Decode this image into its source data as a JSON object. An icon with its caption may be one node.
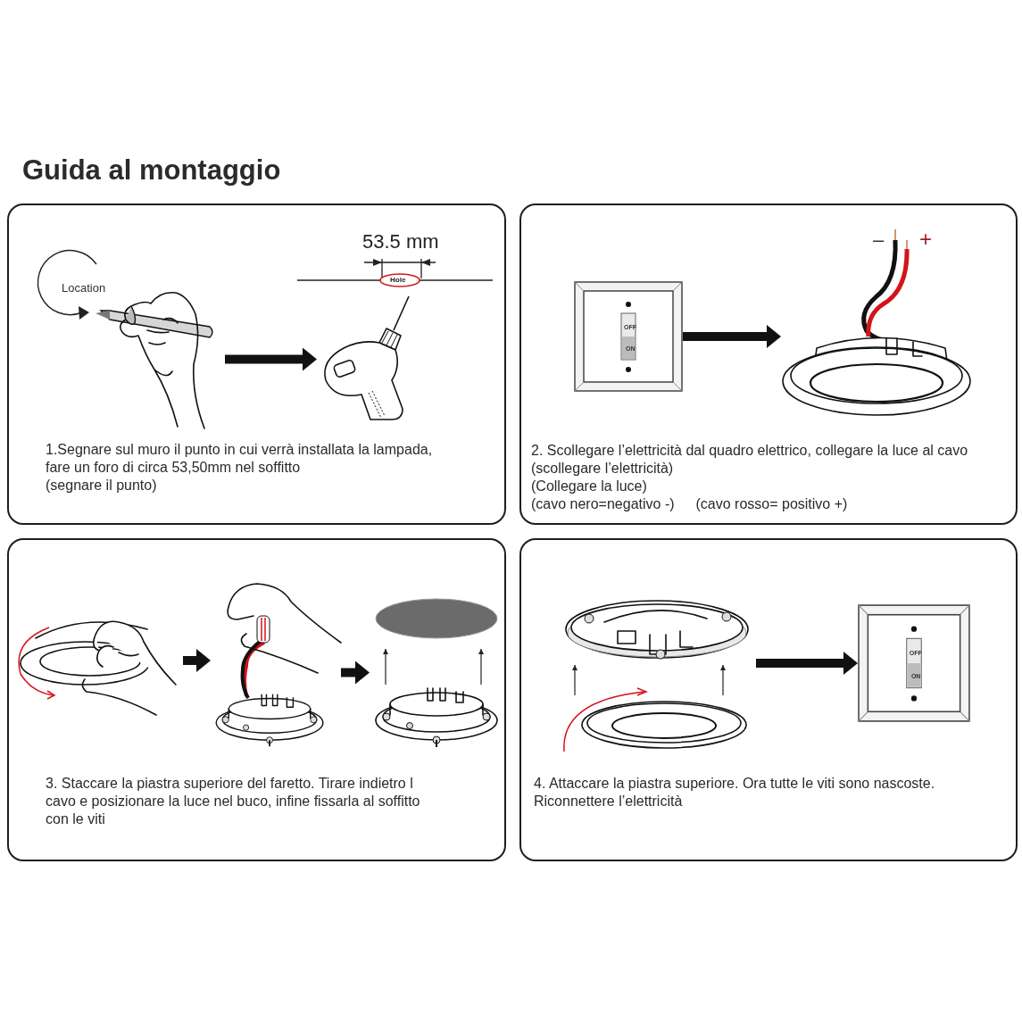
{
  "diagram": {
    "title": "Guida al montaggio",
    "nodes": [
      {
        "text": [
          "1.Segnare sul muro il punto in cui verrà installata la lampada, fare un foro di circa 53,50mm nel soffitto",
          "(segnare il punto)"
        ]
      },
      {
        "text": [],
        "shape": "picture",
        "in": 0
      },
      {
        "text": [],
        "shape": "picture",
        "in": 0
      },
      {
        "text": [
          "2. Scollegare l’elettricità dal quadro elettrico, collegare la luce al cavo",
          "(scollegare l’elettricità)",
          "(Collegare la luce)",
          "(cavo nero=negativo -)",
          "(cavo rosso= positivo +)"
        ]
      },
      {
        "text": [
          "OFF",
          "ON"
        ],
        "in": 3
      },
      {
        "text": [],
        "shape": "picture",
        "in": 3
      },
      {
        "text": [
          "3. Staccare la piastra superiore del faretto. Tirare indietro l cavo e posizionare la luce nel buco, infine fissarla al soffitto con le viti"
        ]
      },
      {
        "text": [],
        "shape": "picture",
        "in": 6
      },
      {
        "text": [],
        "shape": "picture",
        "in": 6
      },
      {
        "text": [],
        "shape": "picture",
        "in": 6
      },
      {
        "text": [
          "4. Attaccare la piastra superiore. Ora tutte le viti sono nascoste. Riconnettere l’elettricità"
        ]
      },
      {
        "text": [],
        "shape": "picture",
        "in": 10
      },
      {
        "text": [
          "OFF",
          "ON"
        ],
        "in": 10
      }
    ],
    "edges": [
      {
        "from": 1,
        "to": 2,
        "arrow": "to"
      },
      {
        "from": 4,
        "to": 5,
        "arrow": "to"
      },
      {
        "from": 7,
        "to": 8,
        "arrow": "to"
      },
      {
        "from": 8,
        "to": 9,
        "arrow": "to"
      },
      {
        "from": 11,
        "to": 12,
        "arrow": "to"
      }
    ],
    "labels": [
      "Location",
      "53.5 mm",
      "Hole",
      "–",
      "+"
    ]
  }
}
